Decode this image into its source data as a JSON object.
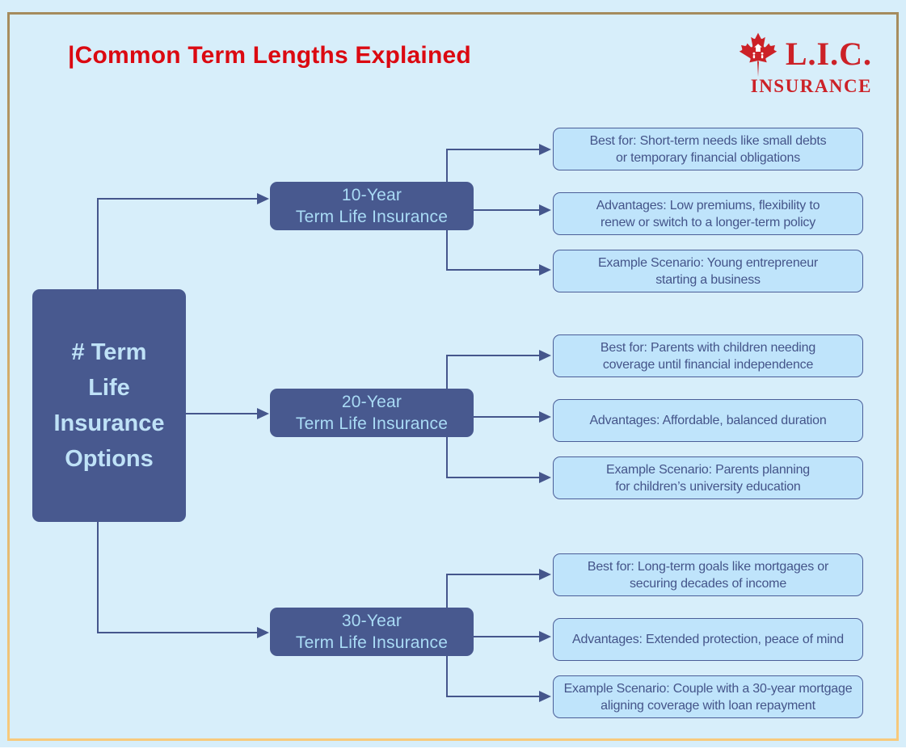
{
  "header": {
    "title": "|Common Term Lengths Explained"
  },
  "logo": {
    "name": "L.I.C.",
    "subtitle": "INSURANCE",
    "icon": "maple-leaf-icon",
    "color": "#CC2127"
  },
  "root": {
    "label": "# Term Life Insurance Options",
    "lines": [
      "# Term",
      "Life",
      "Insurance",
      "Options"
    ]
  },
  "branches": [
    {
      "title_line1": "10-Year",
      "title_line2": "Term Life Insurance",
      "details": [
        {
          "line1": "Best for: Short-term needs like small debts",
          "line2": "or temporary financial obligations"
        },
        {
          "line1": "Advantages: Low premiums, flexibility to",
          "line2": "renew or switch to a longer-term policy"
        },
        {
          "line1": "Example Scenario: Young entrepreneur",
          "line2": "starting a business"
        }
      ]
    },
    {
      "title_line1": "20-Year",
      "title_line2": "Term Life Insurance",
      "details": [
        {
          "line1": "Best for: Parents with children needing",
          "line2": "coverage until financial independence"
        },
        {
          "line1": "Advantages: Affordable, balanced duration",
          "line2": ""
        },
        {
          "line1": "Example Scenario: Parents planning",
          "line2": "for children’s university education"
        }
      ]
    },
    {
      "title_line1": "30-Year",
      "title_line2": "Term Life Insurance",
      "details": [
        {
          "line1": "Best for: Long-term goals like mortgages or",
          "line2": "securing decades of income"
        },
        {
          "line1": "Advantages: Extended protection, peace of mind",
          "line2": ""
        },
        {
          "line1": "Example Scenario: Couple with a 30-year mortgage",
          "line2": "aligning coverage with loan repayment"
        }
      ]
    }
  ],
  "colors": {
    "background": "#D7EEFA",
    "node_fill": "#48598F",
    "node_text": "#A9DBF5",
    "detail_fill": "#BFE4FB",
    "detail_border": "#4B5E98",
    "detail_text": "#445489",
    "connector": "#45568C",
    "title_red": "#DB0911",
    "logo_red": "#CC2127",
    "frame_gold_top": "#A58B5D",
    "frame_gold_bottom": "#F8CA7C"
  }
}
